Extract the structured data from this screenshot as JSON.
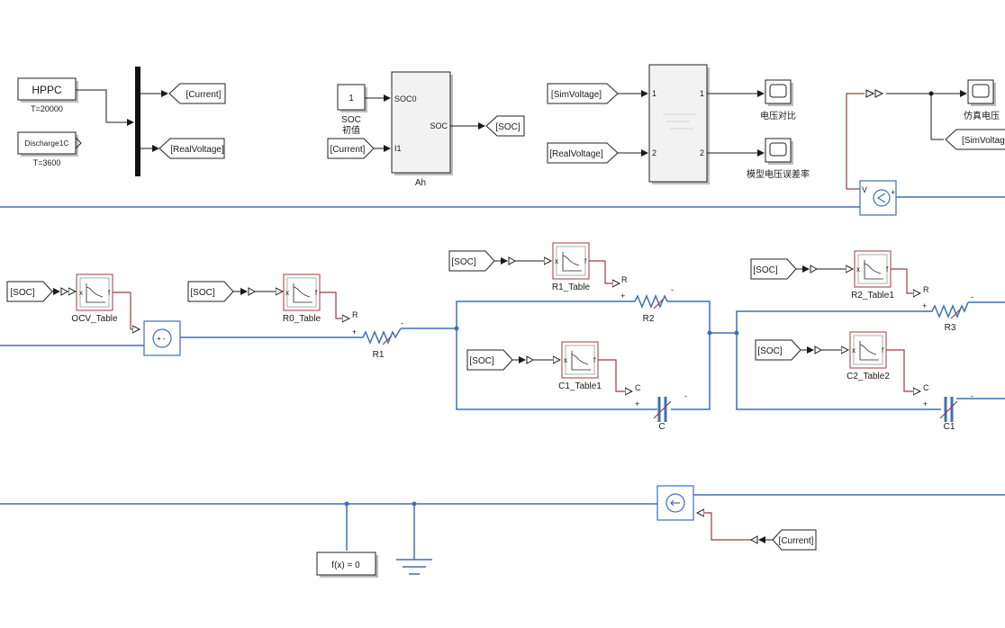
{
  "blocks": {
    "hppc": {
      "name": "HPPC",
      "param": "T=20000"
    },
    "discharge": {
      "name": "Discharge1C",
      "param": "T=3600"
    },
    "soc_const": {
      "value": "1",
      "label_en": "SOC",
      "label_cn": "初值"
    },
    "ah": {
      "name": "Ah",
      "port_soc0": "SOC0",
      "port_i1": "I1",
      "port_out": "SOC"
    },
    "compare": {
      "in1": "1",
      "in2": "2",
      "out1": "1",
      "out2": "2"
    },
    "scope1": {
      "label": "电压对比"
    },
    "scope2": {
      "label": "模型电压误差率"
    },
    "scope3": {
      "label": "仿真电压"
    },
    "ocv_table": {
      "name": "OCV_Table"
    },
    "r0_table": {
      "name": "R0_Table"
    },
    "r1_table": {
      "name": "R1_Table"
    },
    "c1_table": {
      "name": "C1_Table1"
    },
    "r2_table": {
      "name": "R2_Table1"
    },
    "c2_table": {
      "name": "C2_Table2"
    },
    "r1": {
      "name": "R1"
    },
    "r2": {
      "name": "R2"
    },
    "r3": {
      "name": "R3"
    },
    "c": {
      "name": "C"
    },
    "c1": {
      "name": "C1"
    },
    "solver": {
      "label": "f(x) = 0"
    },
    "lut_labels": {
      "x": "x",
      "f": "f"
    },
    "port_labels": {
      "r": "R",
      "c": "C",
      "v": "V",
      "plus": "+",
      "minus": "-"
    }
  },
  "tags": {
    "from_current": "[Current]",
    "from_real_voltage": "[RealVoltage]",
    "to_soc": "[SOC]",
    "from_sim_voltage_in": "[SimVoltage]",
    "from_real_voltage_in": "[RealVoltage]",
    "goto_sim_voltage": "[SimVoltage]",
    "soc": "[SOC]",
    "current_src": "[Current]"
  },
  "colors": {
    "physical_line": "#3d6fb7",
    "control_line": "#9a3d3d",
    "signal_line": "#1a1a1a"
  }
}
